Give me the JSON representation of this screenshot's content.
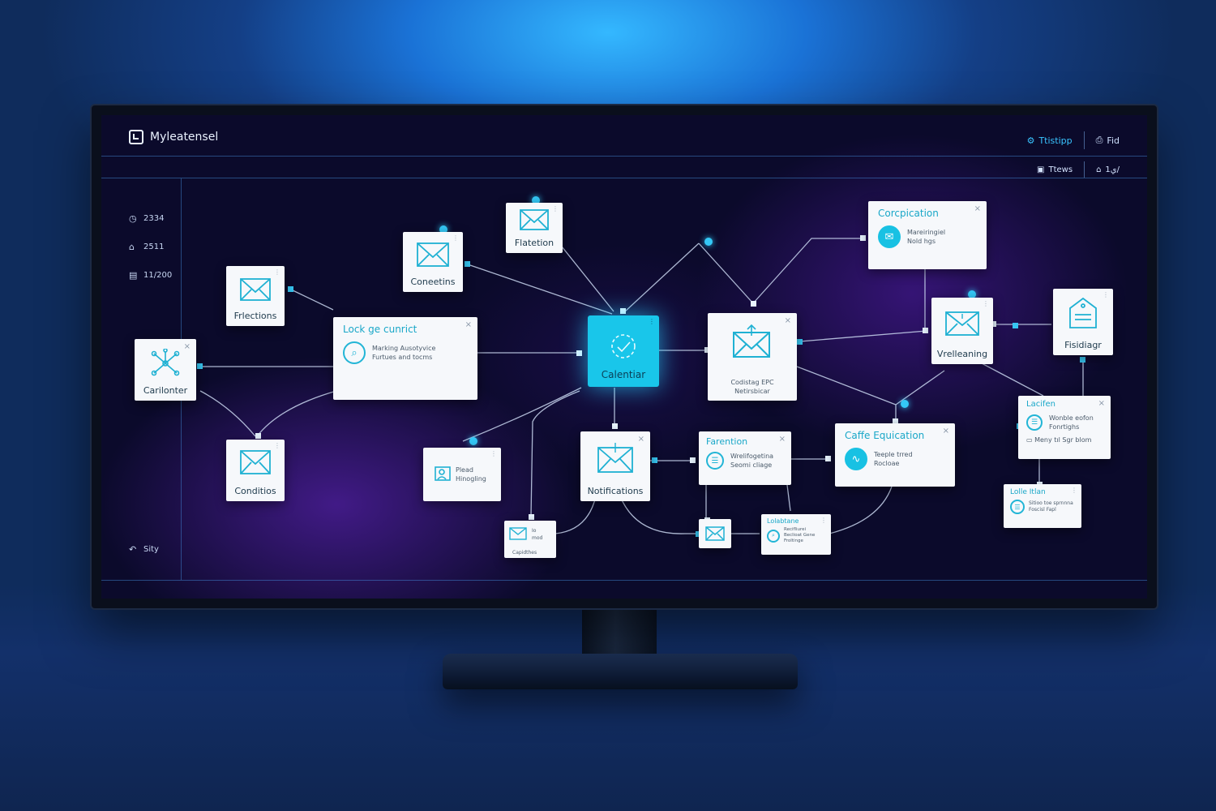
{
  "app": {
    "title": "Myleatensel"
  },
  "topbar": {
    "action_primary": "Ttistipp",
    "action_secondary": "Fid"
  },
  "subbar": {
    "action_a": "Ttews",
    "action_b": "1ي/"
  },
  "sidebar": {
    "items": [
      {
        "icon": "clock-icon",
        "label": "2334"
      },
      {
        "icon": "home-icon",
        "label": "2511"
      },
      {
        "icon": "storage-icon",
        "label": "11/200"
      }
    ],
    "footer": {
      "icon": "undo-icon",
      "label": "Sity"
    }
  },
  "nodes": {
    "carilonter": "Carilonter",
    "frlections": "Frlections",
    "coneetins": "Coneetins",
    "flatetion": "Flatetion",
    "calentiar": "Calentiar",
    "codistag": {
      "line1": "Codistag EPC",
      "line2": "Netirsbicar"
    },
    "corcpication": {
      "title": "Corcpication",
      "line1": "Mareiringiel",
      "line2": "Nold hgs"
    },
    "vrelleaning": "Vrelleaning",
    "fisidiagr": "Fisidiagr",
    "lock_card": {
      "title": "Lock ge cunrict",
      "line1": "Marking Ausotyvice",
      "line2": "Furtues and tocms"
    },
    "conditios": "Conditios",
    "plead": {
      "line1": "Plead",
      "line2": "Hinogling"
    },
    "notifications": "Notifications",
    "farention": {
      "title": "Farention",
      "line1": "Wrelifogetina",
      "line2": "Seomi cliage"
    },
    "caffe": {
      "title": "Caffe Equication",
      "line1": "Teeple trred",
      "line2": "Rocloae"
    },
    "lacifen": {
      "title": "Lacifen",
      "line1": "Wonble eofon",
      "line2": "Fonrtighs",
      "line3": "Meny tıl Sgr blom"
    },
    "lolabtane": {
      "title": "Lolabtane",
      "line1": "Recifliurei",
      "line2": "Beclioat Gene",
      "line3": "Froltinge"
    },
    "lolle_itlan": {
      "title": "Lolle Itlan",
      "line1": "Sitioo toe sprnnna",
      "line2": "Foscisl Fapl"
    },
    "capidis": {
      "line1": "Io",
      "line2": "mod",
      "line3": "Capidthes"
    }
  },
  "colors": {
    "accent": "#19c6ea",
    "wire": "#c9d6ef",
    "card_title": "#19a7c8",
    "screen_bg": "#0b0a2b"
  }
}
